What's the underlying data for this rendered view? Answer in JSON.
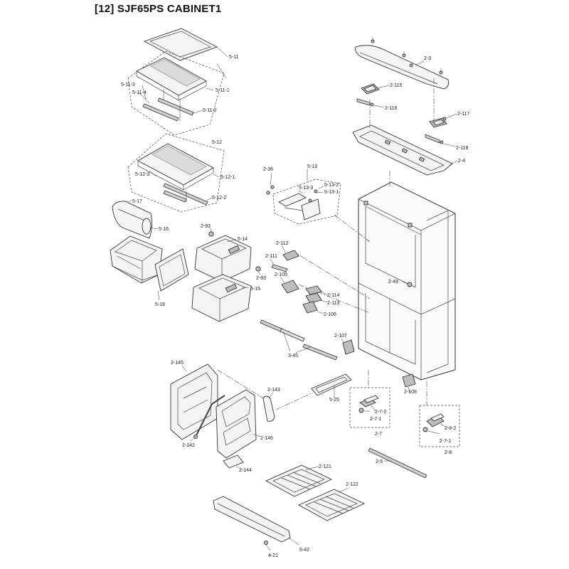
{
  "title": "[12] SJF65PS CABINET1",
  "labels": {
    "p5_11": "5-11",
    "p5_11_1": "5-11-1",
    "p5_11_2": "5-11-2",
    "p5_11_3": "5-11-3",
    "p5_11_4": "5-11-4",
    "p5_12": "5-12",
    "p5_12_1": "5-12-1",
    "p5_12_2": "5-12-2",
    "p5_12_3": "5-12-3",
    "p5_13": "5-13",
    "p5_13_1": "5-13-1",
    "p5_13_2": "5-13-2",
    "p5_13_3": "5-13-3",
    "p5_14": "5-14",
    "p5_15": "5-15",
    "p5_16": "5-16",
    "p5_17": "5-17",
    "p5_18": "5-18",
    "p5_25": "5-25",
    "p5_42": "5-42",
    "p2_3": "2-3",
    "p2_4": "2-4",
    "p2_5": "2-5",
    "p2_7": "2-7",
    "p2_7_1a": "2-7-1",
    "p2_7_2": "2-7-2",
    "p2_8": "2-8",
    "p2_7_1b": "2-7-1",
    "p2_8_2": "2-8-2",
    "p2_36": "2-36",
    "p2_49": "2-49",
    "p2_93a": "2-93",
    "p2_93b": "2-93",
    "p2_105": "2-105",
    "p2_106": "2-106",
    "p2_107": "2-107",
    "p2_108": "2-108",
    "p2_111": "2-111",
    "p2_112": "2-112",
    "p2_113": "2-113",
    "p2_114": "2-114",
    "p2_115": "2-115",
    "p2_116": "2-116",
    "p2_117": "2-117",
    "p2_118": "2-118",
    "p2_121": "2-121",
    "p2_122": "2-122",
    "p2_142": "2-142",
    "p2_143": "2-143",
    "p2_144": "2-144",
    "p2_145": "2-145",
    "p2_146": "2-146",
    "p3_45": "3-45",
    "p4_21": "4-21"
  }
}
